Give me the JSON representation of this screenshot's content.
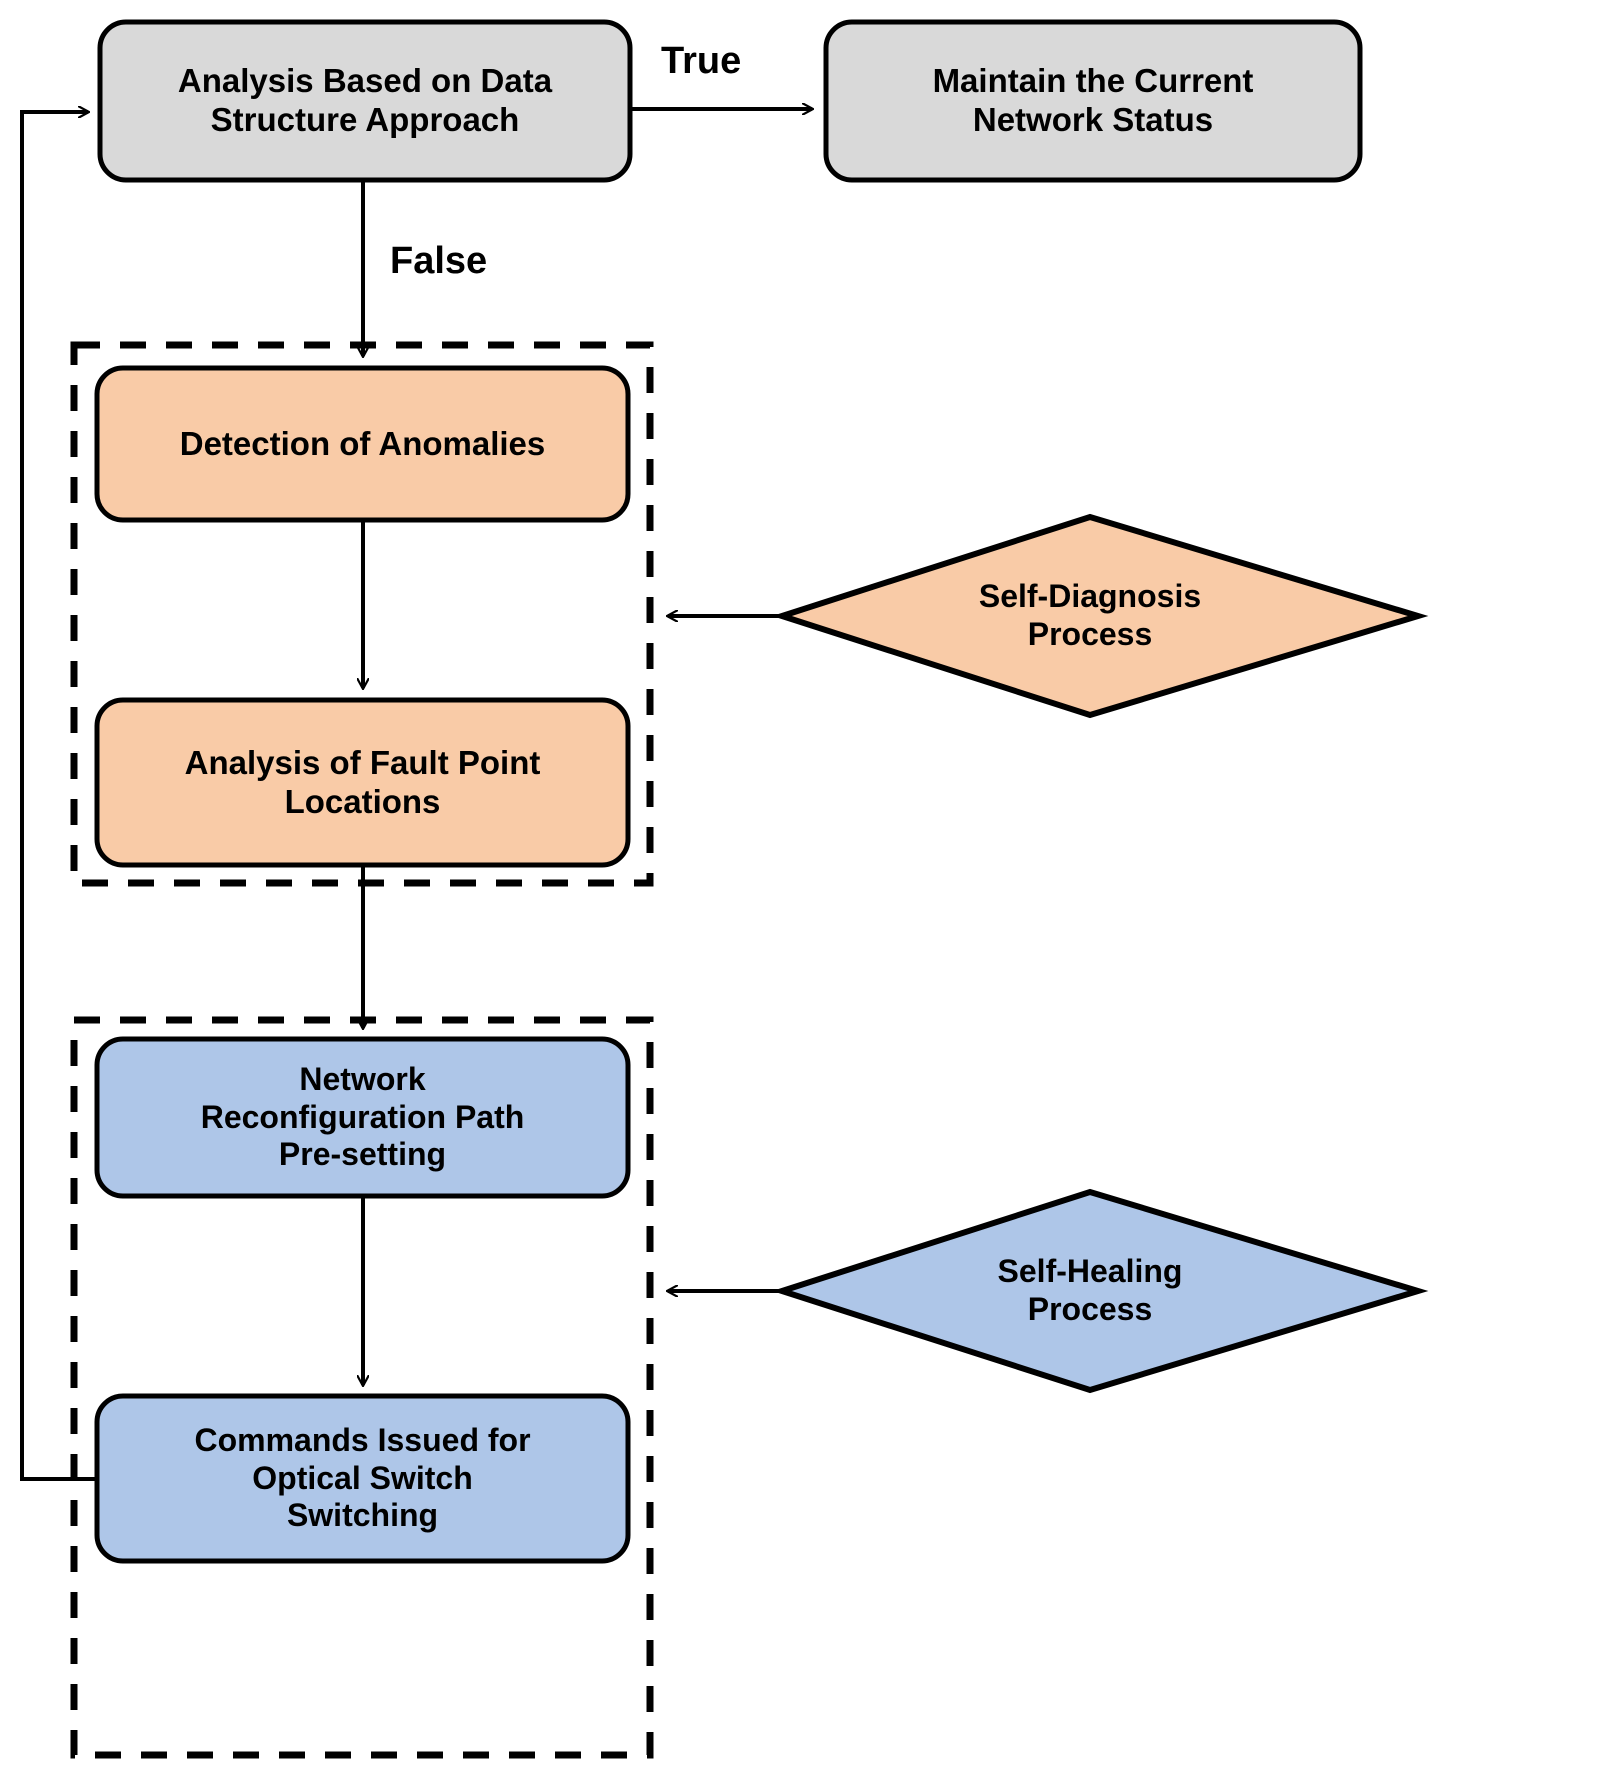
{
  "diagram": {
    "title": "Self-Diagnosis and Self-Healing Network Flowchart",
    "colors": {
      "gray_fill": "#D9D9D9",
      "orange_fill": "#F9CBA7",
      "blue_fill": "#AEC6E8",
      "stroke": "#000000",
      "background": "#FFFFFF"
    },
    "nodes": {
      "analysis_data_structure": {
        "label": "Analysis Based on Data\nStructure Approach",
        "shape": "rounded-rect",
        "fill": "#D9D9D9"
      },
      "maintain_network": {
        "label": "Maintain the Current\nNetwork Status",
        "shape": "rounded-rect",
        "fill": "#D9D9D9"
      },
      "detection_anomalies": {
        "label": "Detection of Anomalies",
        "shape": "rounded-rect",
        "fill": "#F9CBA7"
      },
      "fault_point_locations": {
        "label": "Analysis of Fault Point\nLocations",
        "shape": "rounded-rect",
        "fill": "#F9CBA7"
      },
      "reconfiguration_path": {
        "label": "Network\nReconfiguration Path\nPre-setting",
        "shape": "rounded-rect",
        "fill": "#AEC6E8"
      },
      "commands_issued": {
        "label": "Commands Issued for\nOptical Switch\nSwitching",
        "shape": "rounded-rect",
        "fill": "#AEC6E8"
      },
      "self_diagnosis": {
        "label": "Self-Diagnosis\nProcess",
        "shape": "diamond",
        "fill": "#F9CBA7"
      },
      "self_healing": {
        "label": "Self-Healing\nProcess",
        "shape": "diamond",
        "fill": "#AEC6E8"
      }
    },
    "edge_labels": {
      "true_branch": "True",
      "false_branch": "False"
    },
    "groups": {
      "diagnosis_group": "",
      "healing_group": ""
    }
  }
}
